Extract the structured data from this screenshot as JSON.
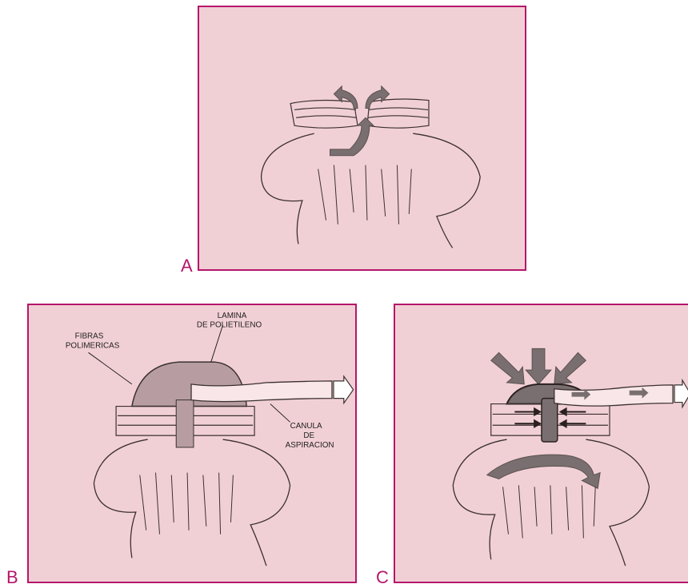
{
  "figure": {
    "panels": [
      {
        "id": "A",
        "letter": "A"
      },
      {
        "id": "B",
        "letter": "B",
        "labels": {
          "lamina": [
            "LAMINA",
            "DE POLIETILENO"
          ],
          "fibras": [
            "FIBRAS",
            "POLIMERICAS"
          ],
          "canula": [
            "CANULA",
            "DE",
            "ASPIRACION"
          ]
        }
      },
      {
        "id": "C",
        "letter": "C"
      }
    ]
  },
  "colors": {
    "frame": "#b5166b",
    "panel_bg": "#f1d0d5",
    "arrow_fill": "#7a6f70",
    "ink": "#3a3030",
    "foam": "#b79da1"
  }
}
